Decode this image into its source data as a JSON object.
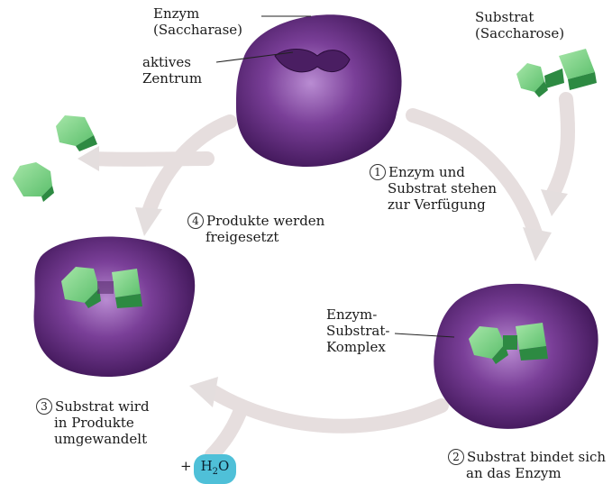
{
  "labels": {
    "enzym": [
      "Enzym",
      "(Saccharase)"
    ],
    "substrat": [
      "Substrat",
      "(Saccharose)"
    ],
    "aktives_zentrum": [
      "aktives",
      "Zentrum"
    ],
    "komplex": [
      "Enzym-",
      "Substrat-",
      "Komplex"
    ]
  },
  "steps": [
    {
      "num": "1",
      "lines": [
        "Enzym und",
        "Substrat stehen",
        "zur Verfügung"
      ]
    },
    {
      "num": "2",
      "lines": [
        "Substrat bindet sich",
        "an das Enzym"
      ]
    },
    {
      "num": "3",
      "lines": [
        "Substrat wird",
        "in Produkte",
        "umgewandelt"
      ]
    },
    {
      "num": "4",
      "lines": [
        "Produkte werden",
        "freigesetzt"
      ]
    }
  ],
  "water": {
    "plus": "+",
    "formula": "H",
    "subscript": "2",
    "suffix": "O"
  },
  "colors": {
    "enzyme": "#5b2a78",
    "enzyme_highlight": "#b78ad0",
    "substrate_face": "#7fd08a",
    "substrate_dark": "#2d8a42",
    "arrow": "#e4dede",
    "water": "#4fc0d8"
  }
}
